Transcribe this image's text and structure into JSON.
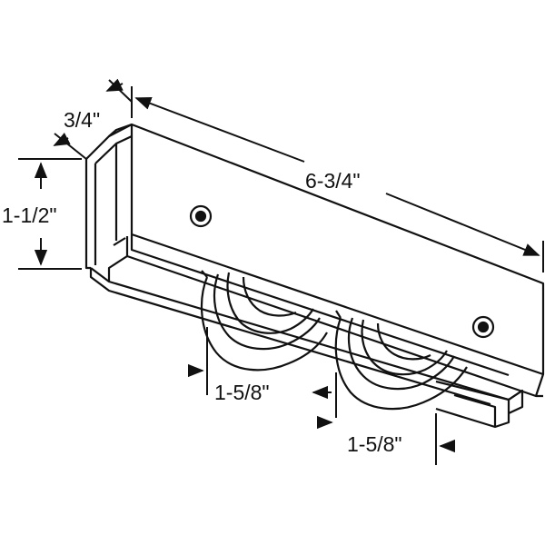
{
  "dimensions": {
    "depth": "3/4\"",
    "length": "6-3/4\"",
    "height": "1-1/2\"",
    "wheel_spacing": "1-5/8\"",
    "wheel_offset": "1-5/8\""
  },
  "colors": {
    "line": "#111111",
    "background": "#ffffff"
  }
}
